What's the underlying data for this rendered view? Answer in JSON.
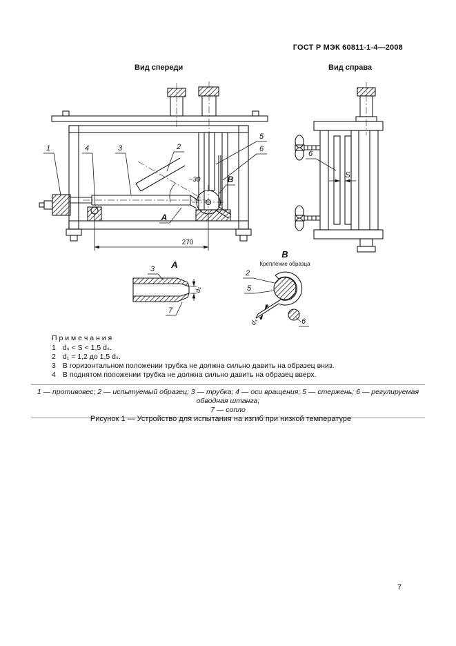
{
  "page": {
    "header": "ГОСТ Р МЭК 60811-1-4—2008",
    "page_number": "7"
  },
  "figure": {
    "front_view_label": "Вид спереди",
    "right_view_label": "Вид справа",
    "callouts": {
      "c1": "1",
      "c2": "2",
      "c3": "3",
      "c4": "4",
      "c5": "5",
      "c6": "6",
      "c7": "7"
    },
    "letters": {
      "a": "А",
      "b": "В"
    },
    "dims": {
      "length": "270",
      "angle": "~30",
      "s": "S",
      "d1": "d₁",
      "ds": "dₛ"
    },
    "detail_b_subtitle": "Крепление образца"
  },
  "notes": {
    "title": "П р и м е ч а н и я",
    "items": [
      {
        "num": "1",
        "text": "dₛ < S < 1,5 dₛ."
      },
      {
        "num": "2",
        "text": "d₁ = 1,2 до 1,5 dₛ."
      },
      {
        "num": "3",
        "text": "В горизонтальном положении трубка не должна сильно давить на образец вниз."
      },
      {
        "num": "4",
        "text": "В поднятом положении трубка не должна сильно давить на образец вверх."
      }
    ]
  },
  "legend": {
    "line1": "1 — противовес; 2 — испытуемый образец; 3 — трубка; 4 — оси вращения; 5 — стержень; 6 — регулируемая обводная штанга;",
    "line2": "7 — сопло"
  },
  "caption": "Рисунок 1 — Устройство для испытания на изгиб при низкой температуре",
  "colors": {
    "ink": "#1a1a1a",
    "paper": "#ffffff"
  }
}
